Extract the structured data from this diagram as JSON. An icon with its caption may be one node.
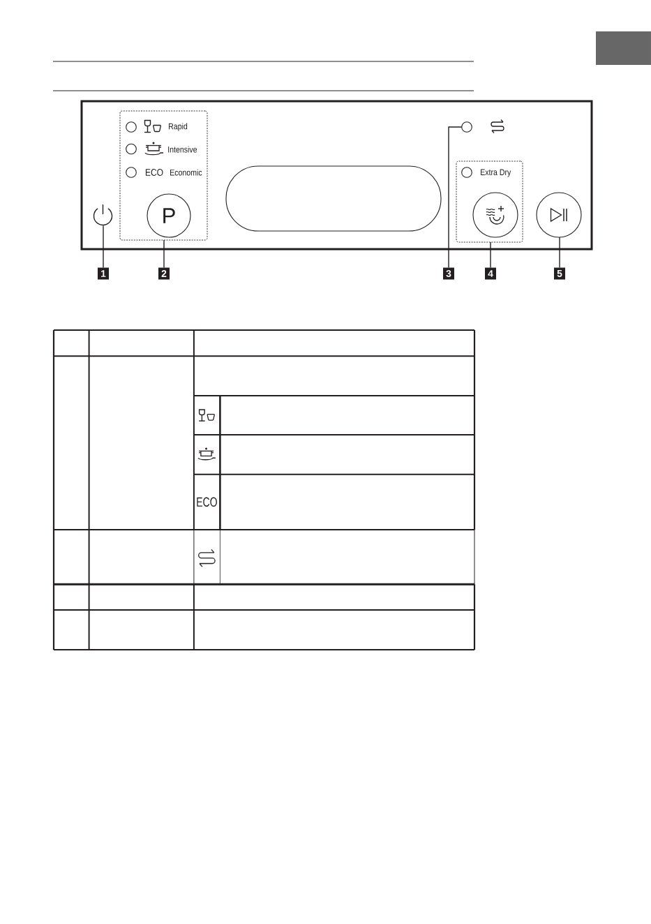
{
  "diagram": {
    "nodes": [
      {
        "text": [],
        "shape": "box"
      },
      {
        "text": [],
        "shape": "picture",
        "in": 0
      },
      {
        "text": [
          "Rapid",
          "Intensive",
          "ECO",
          "Economic"
        ],
        "in": 0
      },
      {
        "text": [],
        "shape": "circle",
        "in": 2
      },
      {
        "text": [],
        "shape": "circle",
        "in": 2
      },
      {
        "text": [],
        "shape": "circle",
        "in": 2
      },
      {
        "text": [
          "P"
        ],
        "in": 2
      },
      {
        "text": [],
        "shape": "box",
        "in": 0
      },
      {
        "text": [],
        "shape": "circle",
        "in": 0
      },
      {
        "text": [
          "Extra Dry"
        ],
        "in": 0
      },
      {
        "text": [],
        "shape": "circle",
        "in": 9
      },
      {
        "text": [],
        "shape": "circle",
        "in": 9
      },
      {
        "text": [],
        "shape": "circle",
        "in": 0
      },
      {
        "text": [
          "1"
        ]
      },
      {
        "text": [
          "2"
        ]
      },
      {
        "text": [
          "3"
        ]
      },
      {
        "text": [
          "4"
        ]
      },
      {
        "text": [
          "5"
        ]
      }
    ],
    "edges": [
      {
        "from": 13,
        "to": 1,
        "arrow": "none"
      },
      {
        "from": 14,
        "to": 2,
        "arrow": "none"
      },
      {
        "from": 15,
        "to": 8,
        "arrow": "none"
      },
      {
        "from": 16,
        "to": 9,
        "arrow": "none"
      },
      {
        "from": 17,
        "to": 12,
        "arrow": "none"
      }
    ],
    "labels": [
      "ECO"
    ]
  }
}
